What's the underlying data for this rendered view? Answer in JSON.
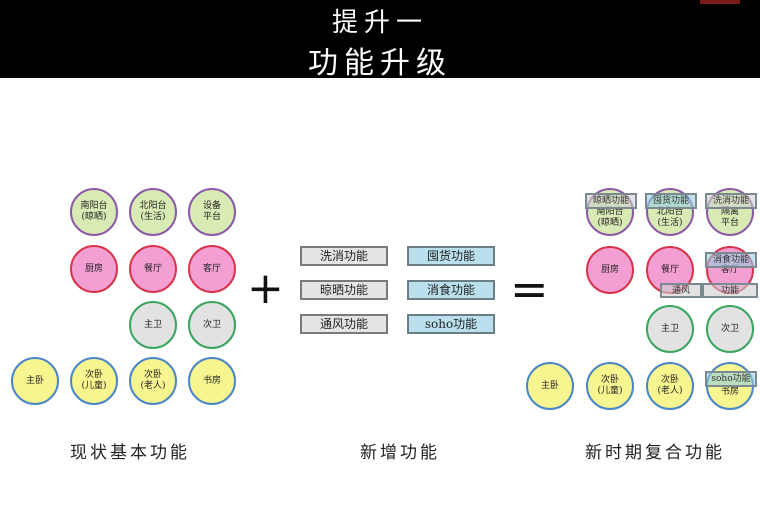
{
  "banner": {
    "line1": "提升一",
    "line2": "功能升级"
  },
  "left": {
    "caption": "现状基本功能",
    "rooms": {
      "south_balcony": "南阳台\n(晾晒)",
      "north_balcony": "北阳台\n(生活)",
      "equipment": "设备\n平台",
      "kitchen": "厨房",
      "dining": "餐厅",
      "living": "客厅",
      "main_bath": "主卫",
      "second_bath": "次卫",
      "master_bed": "主卧",
      "child_bed": "次卧\n(儿童)",
      "elder_bed": "次卧\n(老人)",
      "study": "书房"
    }
  },
  "operators": {
    "plus": "+",
    "equals": "="
  },
  "middle": {
    "caption": "新增功能",
    "left_boxes": [
      "洗消功能",
      "晾晒功能",
      "通风功能"
    ],
    "right_boxes": [
      "囤货功能",
      "消食功能",
      "soho功能"
    ]
  },
  "right": {
    "caption": "新时期复合功能",
    "rooms": {
      "south_balcony": "南阳台\n(晾晒)",
      "north_balcony": "北阳台\n(生活)",
      "isolation": "隔离\n平台",
      "kitchen": "厨房",
      "dining": "餐厅",
      "living": "客厅",
      "main_bath": "主卫",
      "second_bath": "次卫",
      "master_bed": "主卧",
      "child_bed": "次卧\n(儿童)",
      "elder_bed": "次卧\n(老人)",
      "study": "书房"
    },
    "tags": {
      "drying": "晾晒功能",
      "hoarding": "囤货功能",
      "disinfect": "洗消功能",
      "digest": "消食功能",
      "ventilate_a": "通风",
      "ventilate_b": "功能",
      "soho": "soho功能"
    }
  },
  "colors": {
    "banner": "#000000",
    "balcony_fill": "#d9ebb5",
    "kitchen_fill": "#f39fd3",
    "bath_fill": "#e2e2e2",
    "bedroom_fill": "#f7f58f",
    "new_box_gray": "#e4e4e4",
    "new_box_blue": "#b9e0ec"
  }
}
